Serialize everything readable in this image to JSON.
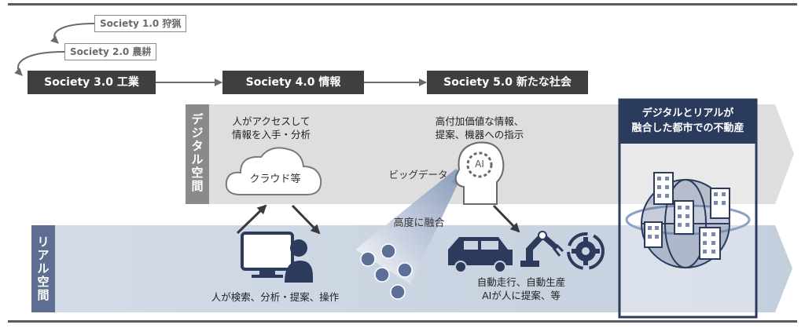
{
  "society": {
    "s1": "Society 1.0 狩猟",
    "s2": "Society 2.0 農耕",
    "s3": "Society 3.0 工業",
    "s4": "Society 4.0 情報",
    "s5": "Society 5.0 新たな社会"
  },
  "bands": {
    "digital": "デジタル空間",
    "real": "リアル空間"
  },
  "digital_space": {
    "access_text": [
      "人がアクセスして",
      "情報を入手・分析"
    ],
    "cloud_label": "クラウド等",
    "ai_text": [
      "高付加価値な情報、",
      "提案、機器への指示"
    ],
    "ai_icon_label": "AI",
    "big_data_label": "ビッグデータ"
  },
  "real_space": {
    "fusion_label": "高度に融合",
    "human_action": "人が検索、分析・提案、操作",
    "auto_text": [
      "自動走行、自動生産",
      "AIが人に提案、等"
    ]
  },
  "future_city": {
    "title": [
      "デジタルとリアルが",
      "融合した都市での不動産"
    ]
  },
  "colors": {
    "dark_box": "#3f3f3f",
    "digital_band": "#dcdcdc",
    "real_band": "#c9d3e1",
    "navy": "#2c3a5c",
    "navy_label": "#5d6e92",
    "city_frame": "#2b3b5d"
  },
  "icons": [
    "cloud-icon",
    "ai-head-icon",
    "computer-user-icon",
    "car-icon",
    "robot-arm-icon",
    "gear-cycle-icon",
    "globe-buildings-icon"
  ]
}
